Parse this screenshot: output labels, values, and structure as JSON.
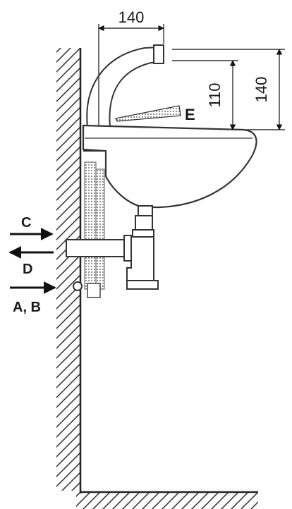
{
  "dimensions": {
    "spout_reach": "140",
    "spout_above_rim": "110",
    "spout_above_top": "140"
  },
  "labels": {
    "e": "E",
    "c": "C",
    "d": "D",
    "ab": "A, B"
  }
}
